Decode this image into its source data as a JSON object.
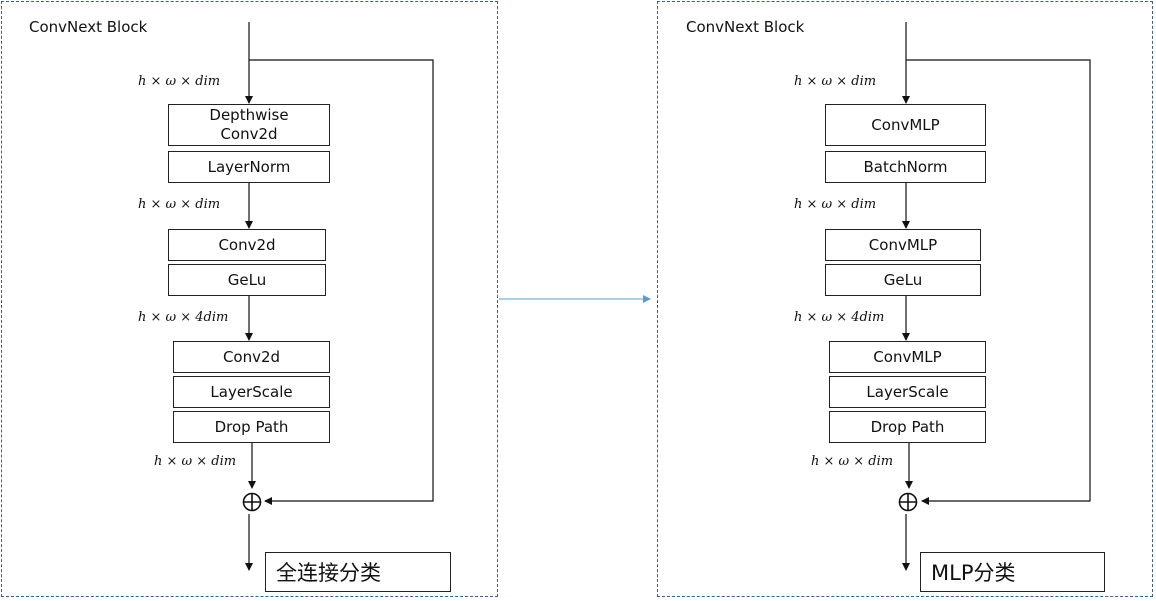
{
  "left_block": {
    "title": "ConvNext Block",
    "layers": [
      "Depthwise\nConv2d",
      "LayerNorm",
      "Conv2d",
      "GeLu",
      "Conv2d",
      "LayerScale",
      "Drop Path"
    ],
    "dims": [
      "h × ω × dim",
      "h × ω × dim",
      "h × ω × 4dim",
      "h × ω × dim"
    ],
    "add_symbol": "⊕",
    "output": "全连接分类"
  },
  "right_block": {
    "title": "ConvNext Block",
    "layers": [
      "ConvMLP",
      "BatchNorm",
      "ConvMLP",
      "GeLu",
      "ConvMLP",
      "LayerScale",
      "Drop Path"
    ],
    "dims": [
      "h × ω × dim",
      "h × ω × dim",
      "h × ω × 4dim",
      "h × ω × dim"
    ],
    "add_symbol": "⊕",
    "output": "MLP分类"
  },
  "colors": {
    "panel_border": "#3a5f8a",
    "transition_arrow": "#5b9bd5",
    "line": "#111111"
  }
}
